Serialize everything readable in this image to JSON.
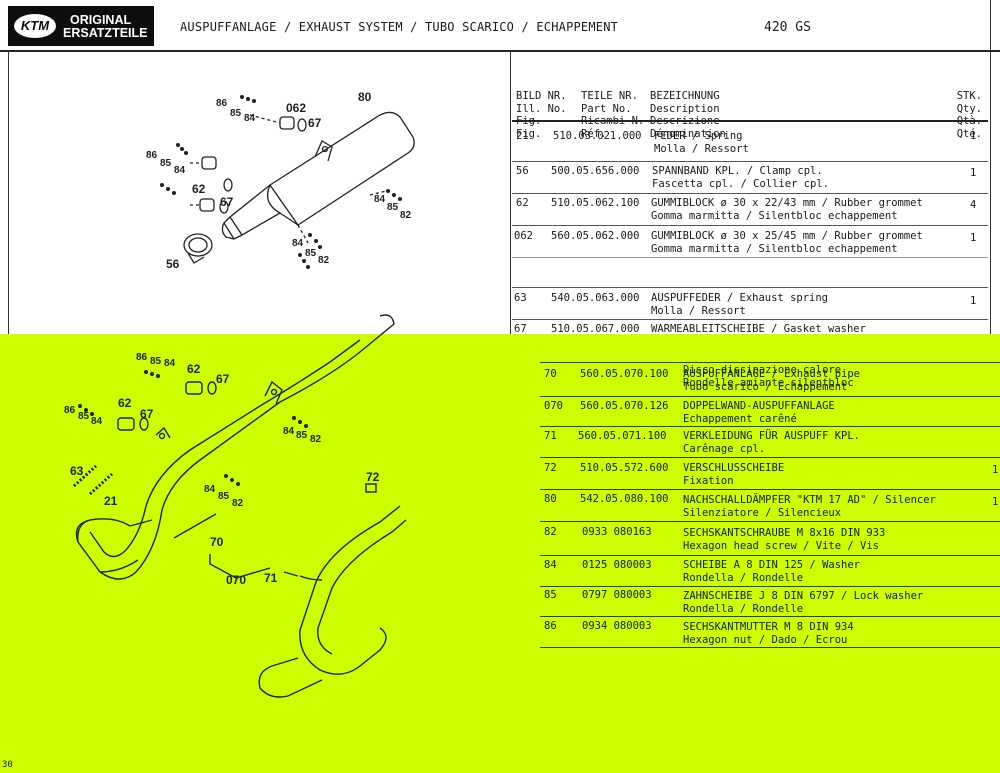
{
  "header": {
    "logo_text": "KTM",
    "logo_line1": "ORIGINAL",
    "logo_line2": "ERSATZTEILE",
    "title": "AUSPUFFANLAGE / EXHAUST SYSTEM / TUBO SCARICO / ECHAPPEMENT",
    "model": "420 GS"
  },
  "table_header": {
    "col1": [
      "BILD NR.",
      "Ill. No.",
      "Fig.",
      "Fig."
    ],
    "col2": [
      "TEILE NR.",
      "Part No.",
      "Ricambi-N.",
      "Réf."
    ],
    "col3": [
      "BEZEICHNUNG",
      "Description",
      "Descrizione",
      "Dénomination"
    ],
    "col4": [
      "STK.",
      "Qty.",
      "Qtà.",
      "Qté."
    ]
  },
  "rows_top": [
    {
      "fig": "21",
      "part": "510.03.021.000",
      "desc": [
        "FEDER / Spring",
        "Molla / Ressort"
      ],
      "qty": "1"
    },
    {
      "fig": "56",
      "part": "500.05.656.000",
      "desc": [
        "SPANNBAND KPL. / Clamp cpl.",
        "Fascetta cpl. / Collier cpl."
      ],
      "qty": "1"
    },
    {
      "fig": "62",
      "part": "510.05.062.100",
      "desc": [
        "GUMMIBLOCK ø 30 x 22/43 mm / Rubber grommet",
        "Gomma marmitta / Silentbloc echappement"
      ],
      "qty": "4"
    },
    {
      "fig": "062",
      "part": "560.05.062.000",
      "desc": [
        "GUMMIBLOCK ø 30 x 25/45 mm / Rubber grommet",
        "Gomma marmitta / Silentbloc echappement"
      ],
      "qty": "1"
    },
    {
      "fig": "63",
      "part": "540.05.063.000",
      "desc": [
        "AUSPUFFEDER / Exhaust spring",
        "Molla / Ressort"
      ],
      "qty": "1"
    },
    {
      "fig": "67",
      "part": "510.05.067.000",
      "desc": [
        "WARMEABLEITSCHEIBE / Gasket washer"
      ],
      "qty": ""
    }
  ],
  "row67_extra": [
    "Disco dissipazione calore",
    "Rondelle amiante silentbloc"
  ],
  "rows_bottom": [
    {
      "fig": "70",
      "part": "560.05.070.100",
      "desc": [
        "AUSPUFFANLAGE / Exhaust pipe",
        "Tubo scarico / Echappement"
      ],
      "qty": ""
    },
    {
      "fig": "070",
      "part": "560.05.070.126",
      "desc": [
        "DOPPELWAND-AUSPUFFANLAGE",
        "Echappement carêné"
      ],
      "qty": ""
    },
    {
      "fig": "71",
      "part": "560.05.071.100",
      "desc": [
        "VERKLEIDUNG FÜR AUSPUFF KPL.",
        "Carênage cpl."
      ],
      "qty": ""
    },
    {
      "fig": "72",
      "part": "510.05.572.600",
      "desc": [
        "VERSCHLUSSCHEIBE",
        "Fixation"
      ],
      "qty": "1"
    },
    {
      "fig": "80",
      "part": "542.05.080.100",
      "desc": [
        "NACHSCHALLDÄMPFER \"KTM 17 AD\" / Silencer",
        "Silenziatore / Silencieux"
      ],
      "qty": "1"
    },
    {
      "fig": "82",
      "part": "0933 080163",
      "desc": [
        "SECHSKANTSCHRAUBE M 8x16 DIN 933",
        "Hexagon head screw / Vite / Vis"
      ],
      "qty": ""
    },
    {
      "fig": "84",
      "part": "0125 080003",
      "desc": [
        "SCHEIBE A 8 DIN 125 / Washer",
        "Rondella / Rondelle"
      ],
      "qty": ""
    },
    {
      "fig": "85",
      "part": "0797 080003",
      "desc": [
        "ZAHNSCHEIBE J 8 DIN 6797 / Lock washer",
        "Rondella / Rondelle"
      ],
      "qty": ""
    },
    {
      "fig": "86",
      "part": "0934 080003",
      "desc": [
        "SECHSKANTMUTTER M 8 DIN 934",
        "Hexagon nut / Dado / Ecrou"
      ],
      "qty": ""
    }
  ],
  "diagram_top_labels": [
    "86",
    "85",
    "84",
    "062",
    "67",
    "80",
    "86",
    "85",
    "84",
    "62",
    "67",
    "84",
    "85",
    "82",
    "84",
    "85",
    "82",
    "56"
  ],
  "diagram_bottom_labels": [
    "86",
    "85",
    "84",
    "62",
    "67",
    "84",
    "85",
    "82",
    "86",
    "85",
    "84",
    "62",
    "67",
    "63",
    "21",
    "84",
    "85",
    "82",
    "72",
    "70",
    "070",
    "71"
  ],
  "page_number": "30",
  "colors": {
    "overlay": "#ccff00",
    "ink": "#1a1a1a",
    "logo_bg": "#0d0d0d"
  }
}
